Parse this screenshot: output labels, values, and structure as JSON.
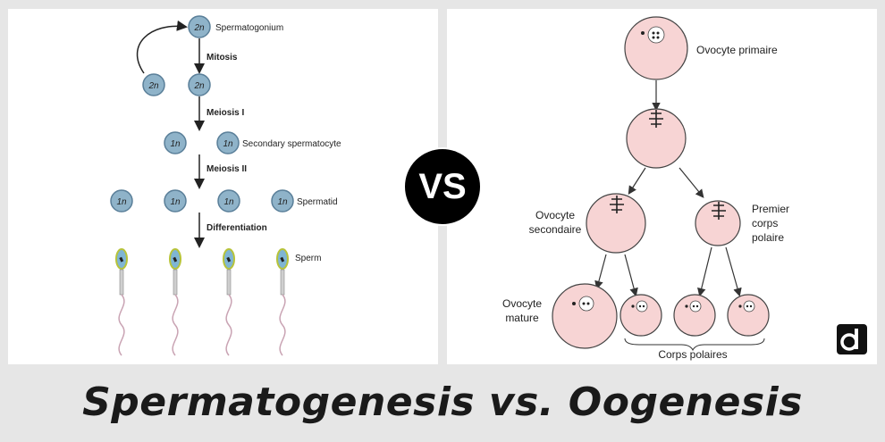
{
  "title": "Spermatogenesis vs. Oogenesis",
  "vs_label": "VS",
  "colors": {
    "cell_blue": "#8fb3c9",
    "cell_blue_stroke": "#5a7f99",
    "ovocyte_pink": "#f7d4d4",
    "ovocyte_stroke": "#444444",
    "sperm_head": "#7fb5d3",
    "sperm_ring": "#b7c33a"
  },
  "spermatogenesis": {
    "spermatogonium": {
      "ploidy": "2n",
      "label": "Spermatogonium"
    },
    "stage_mitosis": "Mitosis",
    "mitosis_cells": [
      "2n",
      "2n"
    ],
    "stage_meiosis1": "Meiosis I",
    "secondary_cells": [
      "1n",
      "1n"
    ],
    "secondary_label": "Secondary spermatocyte",
    "stage_meiosis2": "Meiosis II",
    "spermatid_cells": [
      "1n",
      "1n",
      "1n",
      "1n"
    ],
    "spermatid_label": "Spermatid",
    "stage_differentiation": "Differentiation",
    "sperm_label": "Sperm"
  },
  "oogenesis": {
    "primary": "Ovocyte primaire",
    "secondary_line1": "Ovocyte",
    "secondary_line2": "secondaire",
    "polar_line1": "Premier",
    "polar_line2": "corps",
    "polar_line3": "polaire",
    "mature_line1": "Ovocyte",
    "mature_line2": "mature",
    "polar_bodies": "Corps polaires"
  },
  "logo_icon": "d-logo-icon"
}
